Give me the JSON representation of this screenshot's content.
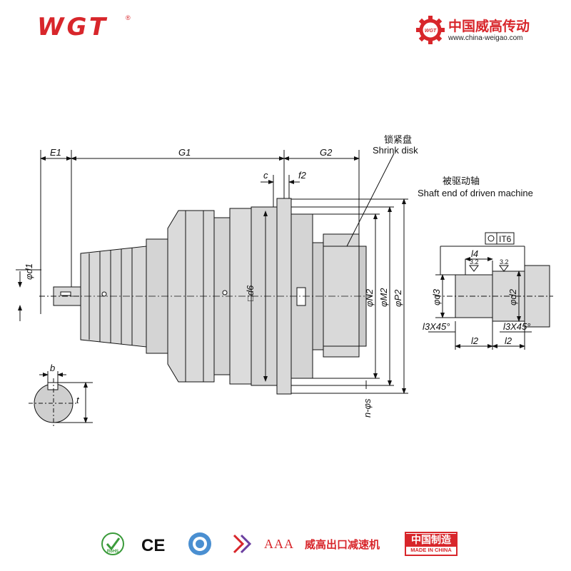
{
  "header": {
    "logo_text": "WGT",
    "logo_mark": "®",
    "brand_cn": "中国威高传动",
    "brand_url": "www.china-weigao.com"
  },
  "drawing": {
    "labels": {
      "E1": "E1",
      "G1": "G1",
      "G2": "G2",
      "c": "c",
      "f2": "f2",
      "d1": "φd1",
      "d6": "□d6",
      "N2": "φN2",
      "M2": "φM2",
      "P2": "φP2",
      "ns": "n-φs",
      "b": "b",
      "t": "t",
      "l4": "l4",
      "d3": "φd3",
      "d2": "φd2",
      "l3x45_left": "l3X45°",
      "l3x45_right": "l3X45°",
      "l2_left": "l2",
      "l2_right": "l2",
      "roughness_1": "3.2",
      "roughness_2": "3.2",
      "tolerance": "IT6"
    },
    "shrink_disk_cn": "锁紧盘",
    "shrink_disk_en": "Shrink disk",
    "shaft_end_cn": "被驱动轴",
    "shaft_end_en": "Shaft end of driven machine"
  },
  "footer": {
    "aaa": "AAA",
    "factory_cn": "威高出口减速机",
    "made_cn": "中国制造",
    "made_en": "MADE IN CHINA",
    "ce": "CE",
    "rohs": "RoHS"
  },
  "colors": {
    "brand_red": "#d8262b",
    "body_gray": "#d9d9d9",
    "line": "#111111"
  }
}
